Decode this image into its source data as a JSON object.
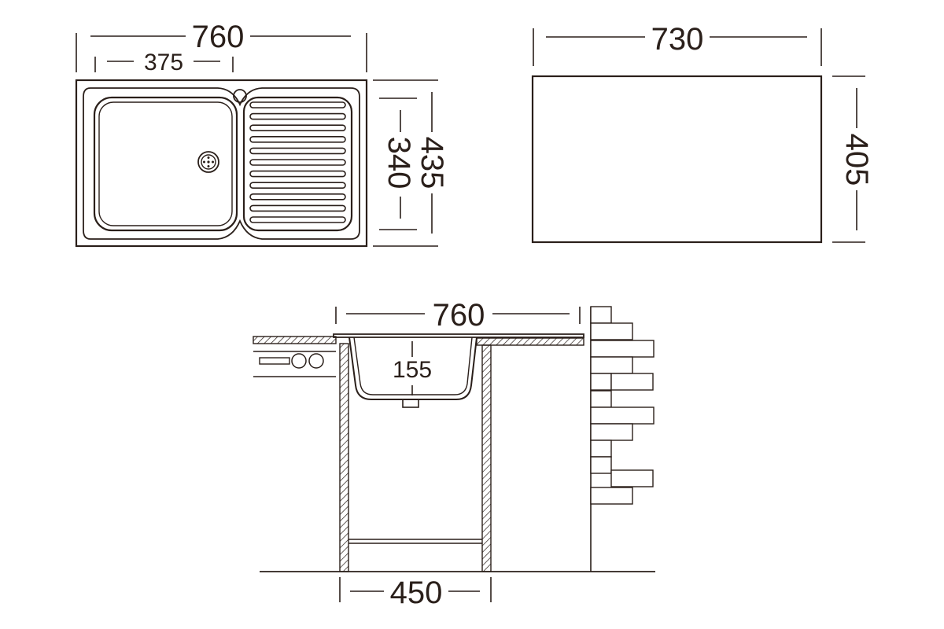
{
  "dimensions": {
    "top_overall_width": "760",
    "basin_width": "375",
    "overall_depth": "435",
    "basin_depth": "340",
    "cutout_width": "730",
    "cutout_depth": "405",
    "side_overall_width": "760",
    "bowl_depth": "155",
    "cabinet_width": "450"
  },
  "colors": {
    "line": "#2a1f1a",
    "background": "#ffffff"
  }
}
